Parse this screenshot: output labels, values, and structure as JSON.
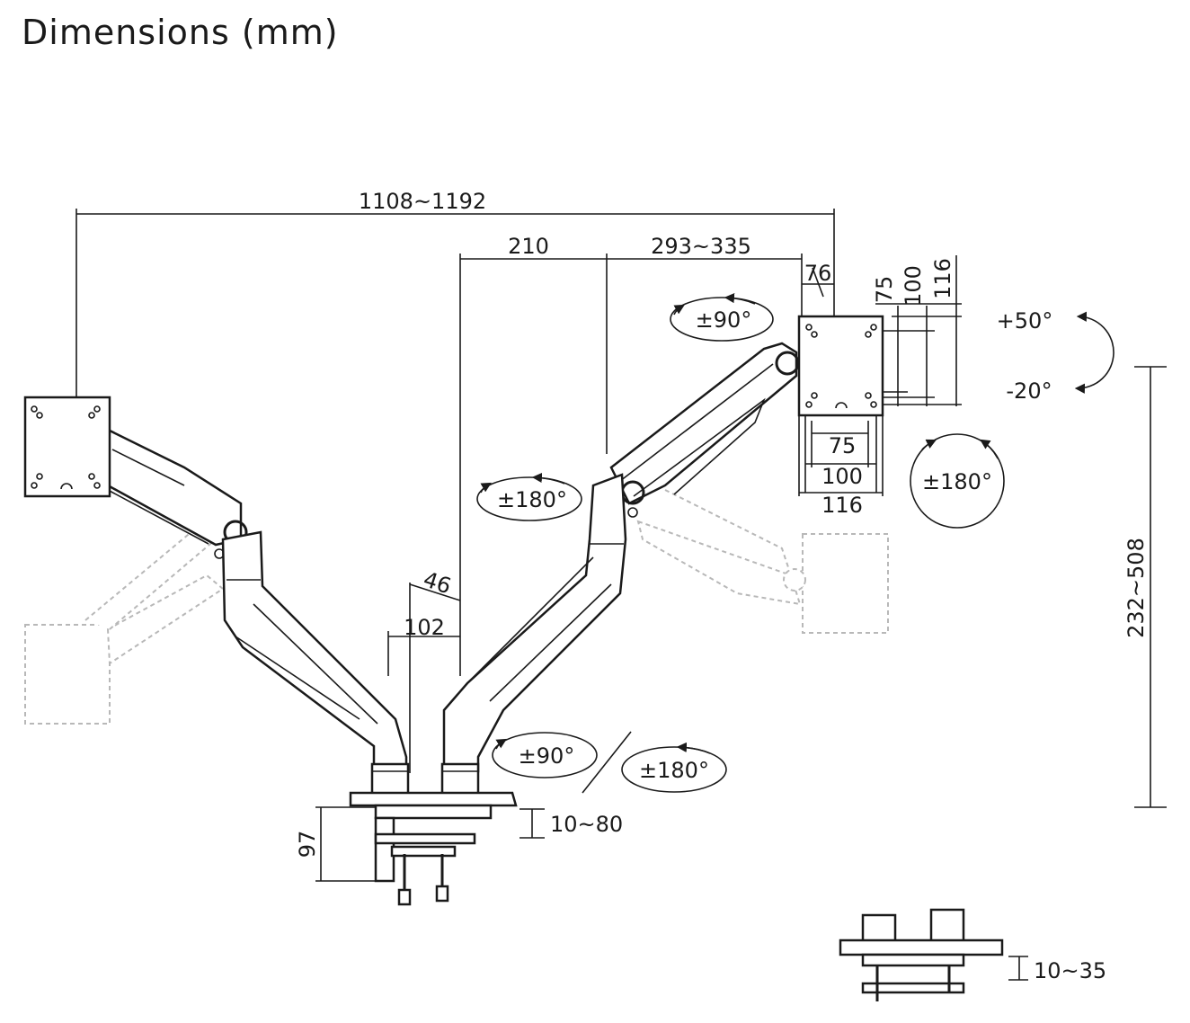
{
  "title": "Dimensions (mm)",
  "dimensions": {
    "total_width": "1108~1192",
    "pole_to_joint": "210",
    "arm_reach": "293~335",
    "head_offset": "76",
    "vesa_v_75": "75",
    "vesa_v_100": "100",
    "vesa_v_116": "116",
    "vesa_h_75": "75",
    "vesa_h_100": "100",
    "vesa_h_116": "116",
    "height_range": "232~508",
    "pole_offset_46": "46",
    "pole_spacing_102": "102",
    "base_height": "97",
    "clamp_range": "10~80",
    "grommet_range": "10~35"
  },
  "rotations": {
    "head_swivel": "±90°",
    "tilt_up": "+50°",
    "tilt_down": "-20°",
    "rotate": "±180°",
    "elbow": "±180°",
    "base_swivel": "±90°",
    "base_rotate": "±180°"
  }
}
